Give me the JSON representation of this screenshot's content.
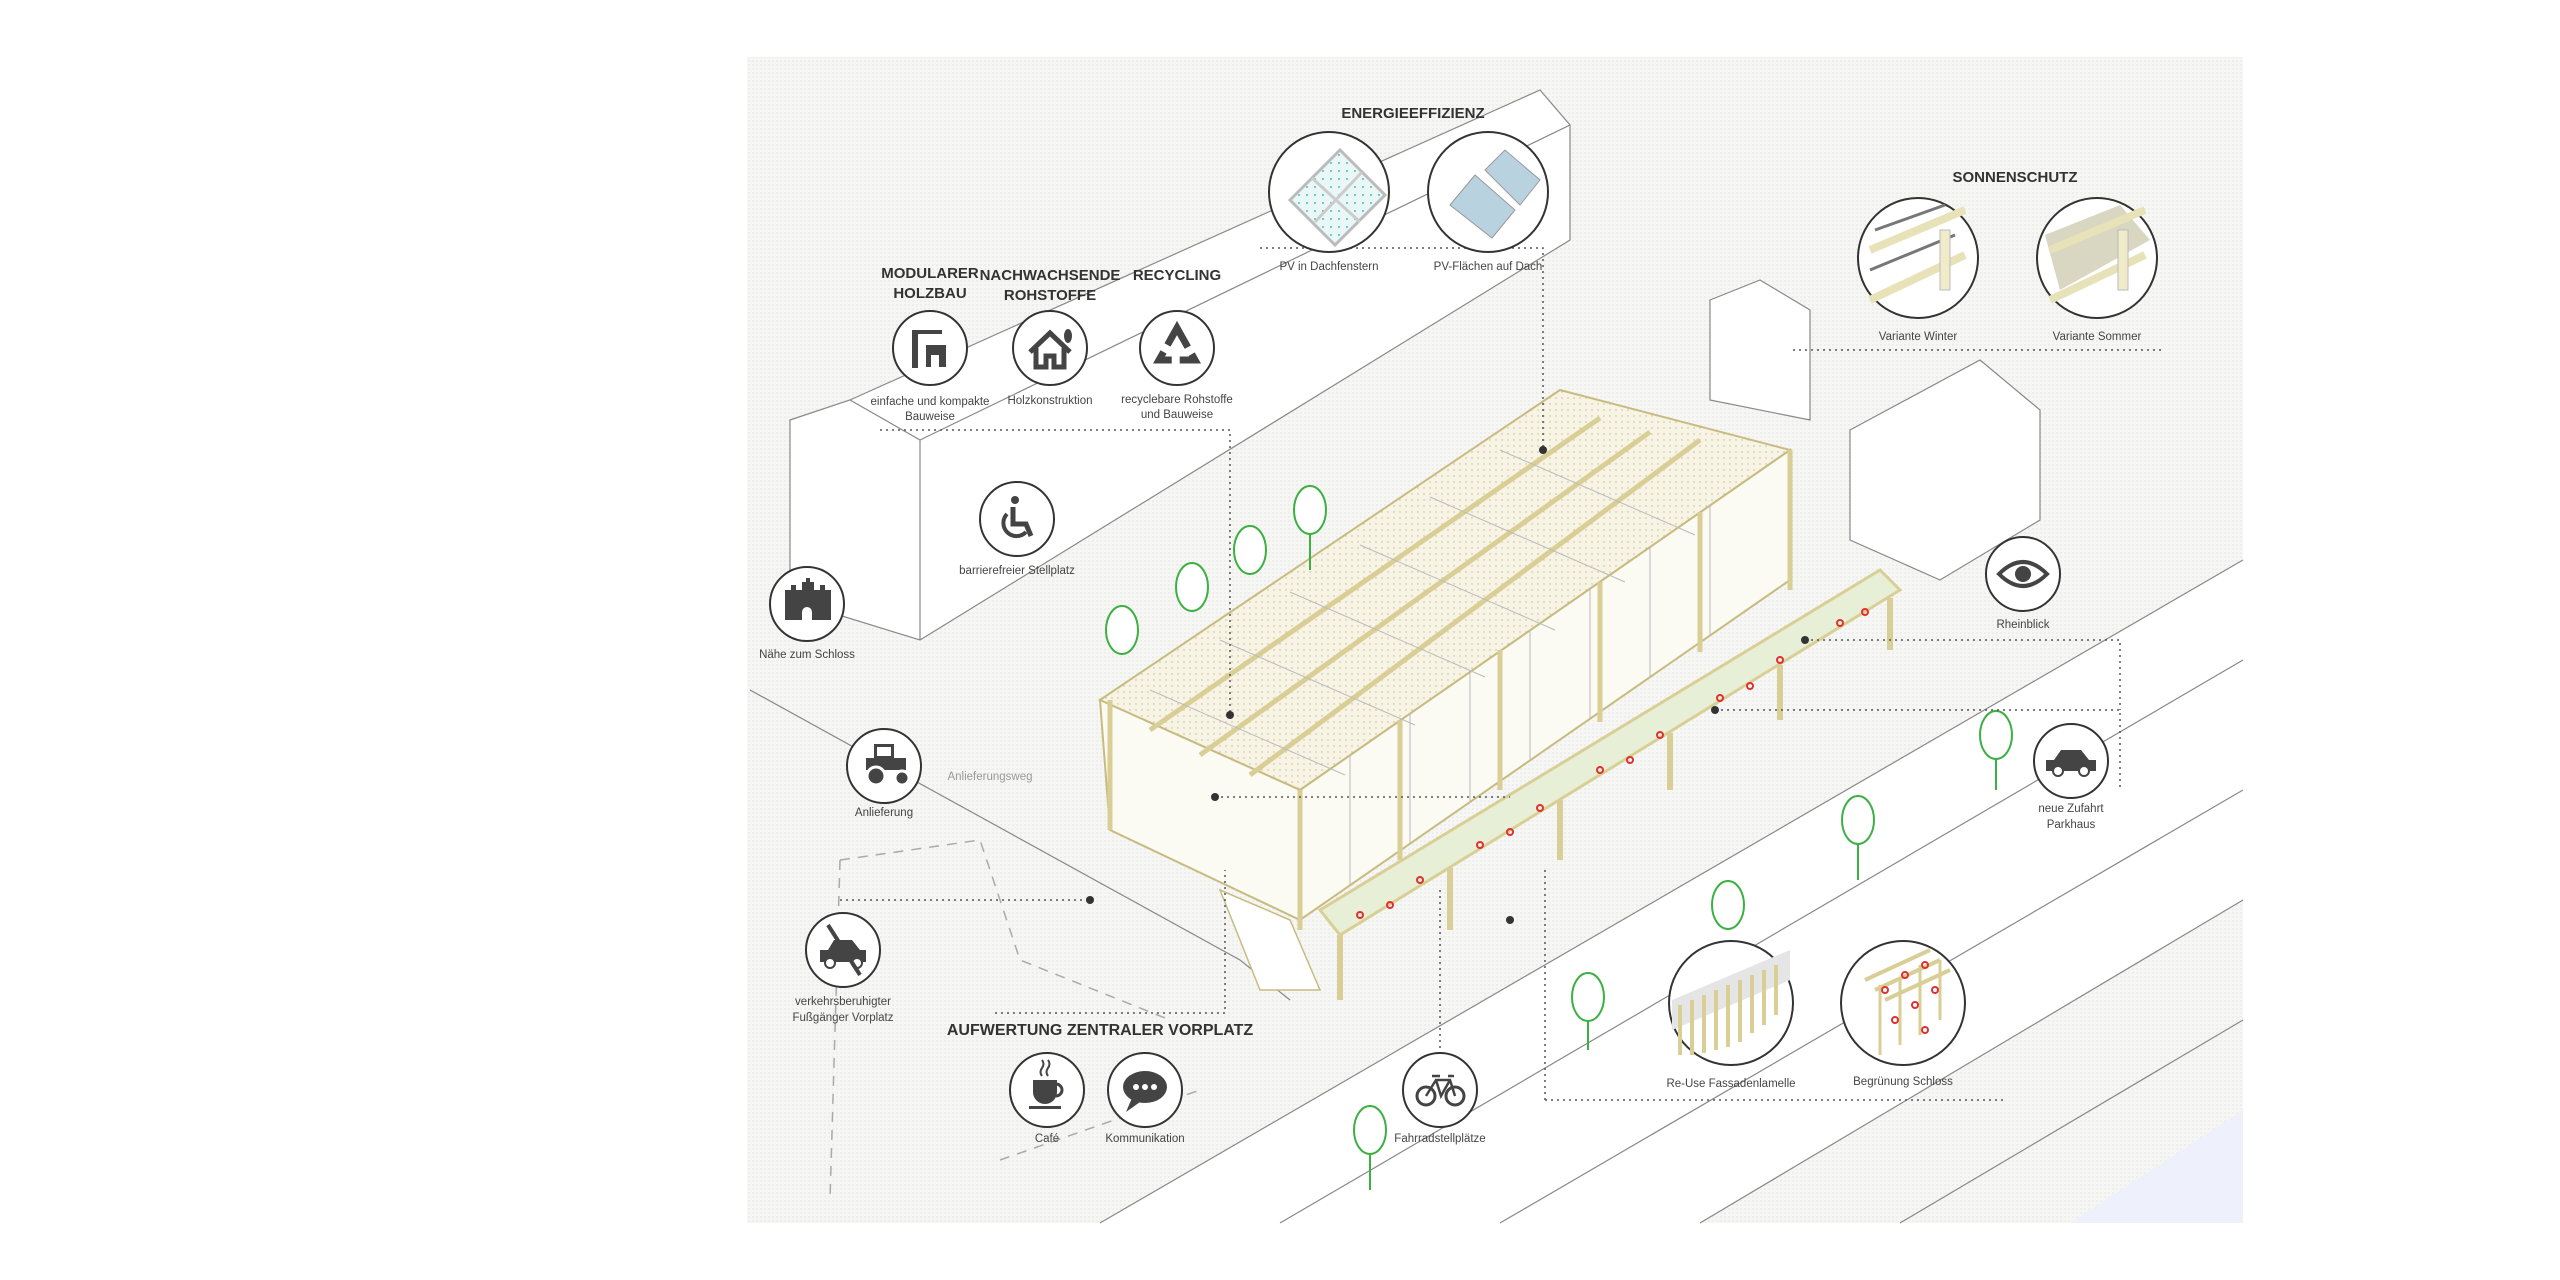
{
  "titles": {
    "modular": [
      "MODULARER",
      "HOLZBAU"
    ],
    "nachwachsend": [
      "NACHWACHSENDE",
      "ROHSTOFFE"
    ],
    "recycling": "RECYCLING",
    "energie": "ENERGIEEFFIZIENZ",
    "sonnenschutz": "SONNENSCHUTZ",
    "vorplatz": "AUFWERTUNG ZENTRALER VORPLATZ"
  },
  "labels": {
    "modular": [
      "einfache und kompakte",
      "Bauweise"
    ],
    "holz": "Holzkonstruktion",
    "recycling": [
      "recyclebare Rohstoffe",
      "und Bauweise"
    ],
    "pv1": "PV in Dachfenstern",
    "pv2": "PV-Flächen auf Dach",
    "winter": "Variante Winter",
    "sommer": "Variante Sommer",
    "barrierefrei": "barrierefreier Stellplatz",
    "schloss": "Nähe zum Schloss",
    "anlieferung": "Anlieferung",
    "anlieferungsweg": "Anlieferungsweg",
    "verkehr": [
      "verkehrsberuhigter",
      "Fußgänger Vorplatz"
    ],
    "cafe": "Café",
    "kommunikation": "Kommunikation",
    "fahrrad": "Fahrradstellplätze",
    "rheinblick": "Rheinblick",
    "zufahrt": [
      "neue Zufahrt",
      "Parkhaus"
    ],
    "reuse": "Re-Use Fassadenlamelle",
    "begruenung": "Begrünung Schloss"
  },
  "icons": [
    "crane-building-icon",
    "house-leaf-icon",
    "recycle-icon",
    "wheelchair-icon",
    "castle-icon",
    "tractor-icon",
    "no-car-icon",
    "coffee-cup-icon",
    "speech-bubble-icon",
    "bicycle-icon",
    "eye-icon",
    "car-icon"
  ],
  "colors": {
    "ink": "#444444",
    "wood": "#d9cf96",
    "green": "#3cb043",
    "flower": "#e03030",
    "pv": "#8fd8d0"
  }
}
